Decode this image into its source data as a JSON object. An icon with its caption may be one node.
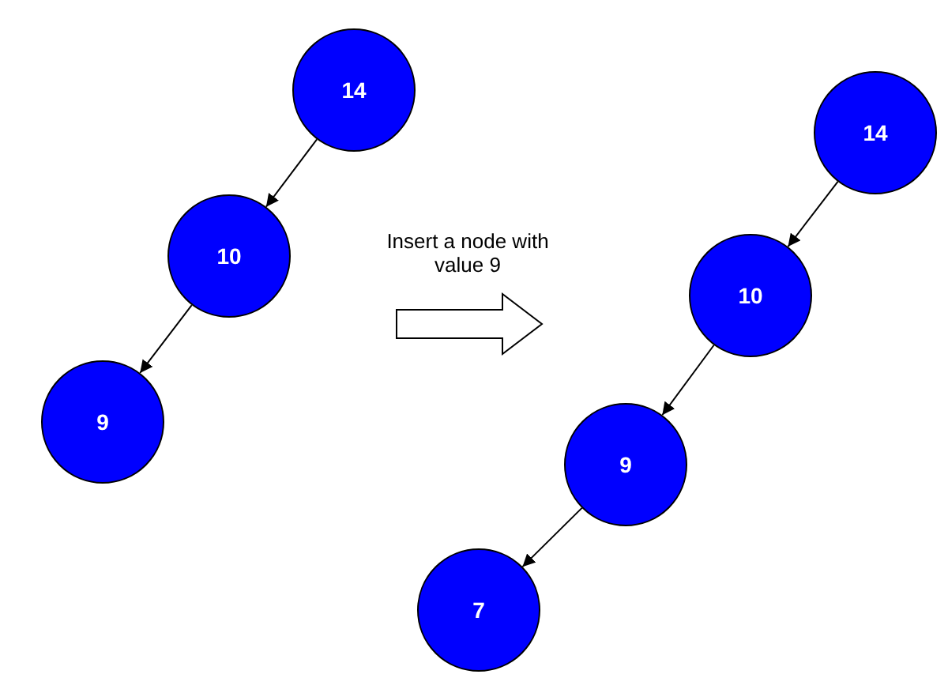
{
  "diagram": {
    "nodes": [
      {
        "text": [
          "14"
        ]
      },
      {
        "text": [
          "10"
        ]
      },
      {
        "text": [
          "9"
        ]
      },
      {
        "text": [
          "14"
        ]
      },
      {
        "text": [
          "10"
        ]
      },
      {
        "text": [
          "9"
        ]
      },
      {
        "text": [
          "7"
        ]
      }
    ],
    "edges": [
      {
        "from": 0,
        "to": 1,
        "arrow": "to"
      },
      {
        "from": 1,
        "to": 2,
        "arrow": "to"
      },
      {
        "from": 3,
        "to": 4,
        "arrow": "to"
      },
      {
        "from": 4,
        "to": 5,
        "arrow": "to"
      },
      {
        "from": 5,
        "to": 6,
        "arrow": "to"
      }
    ],
    "labels": [
      "Insert a node with value 9"
    ]
  }
}
